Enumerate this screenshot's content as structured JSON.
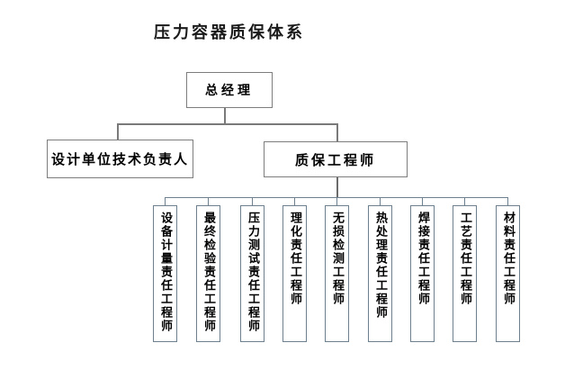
{
  "title": "压力容器质保体系",
  "root": {
    "label": "总经理"
  },
  "level2": {
    "left": {
      "label": "设计单位技术负责人"
    },
    "right": {
      "label": "质保工程师"
    }
  },
  "children": [
    {
      "label": "设备计量责任工程师"
    },
    {
      "label": "最终检验责任工程师"
    },
    {
      "label": "压力测试责任工程师"
    },
    {
      "label": "理化责任工程师"
    },
    {
      "label": "无损检测工程师"
    },
    {
      "label": "热处理责任工程师"
    },
    {
      "label": "焊接责任工程师"
    },
    {
      "label": "工艺责任工程师"
    },
    {
      "label": "材料责任工程师"
    }
  ],
  "colors": {
    "background": "#ffffff",
    "text": "#000000",
    "connector_line": "#7a7a7a",
    "parent_box_border": "#7d7d7d",
    "child_box_border": "#6e7f8d"
  }
}
